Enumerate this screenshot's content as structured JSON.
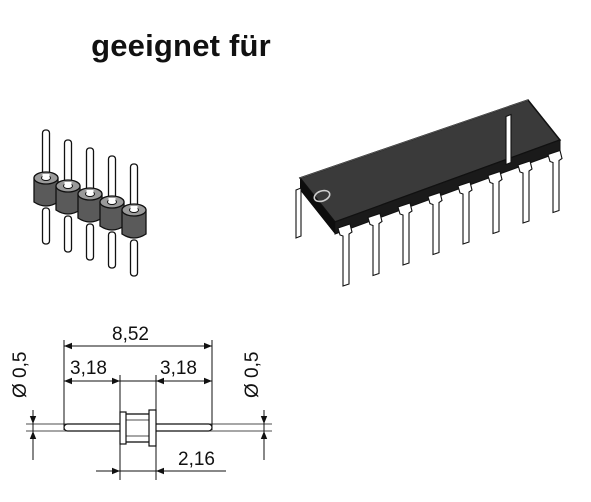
{
  "title": "geeignet für",
  "dimensions": {
    "overall_length": "8,52",
    "left_pin_length": "3,18",
    "right_pin_length": "3,18",
    "body_length": "2,16",
    "left_diameter": "Ø 0,5",
    "right_diameter": "Ø 0,5"
  },
  "colors": {
    "ink": "#111111",
    "chip_body": "#262626",
    "pin_metal": "#ffffff"
  },
  "icons": [
    "pin-header-illustration",
    "dip-ic-illustration",
    "pin-technical-drawing"
  ]
}
